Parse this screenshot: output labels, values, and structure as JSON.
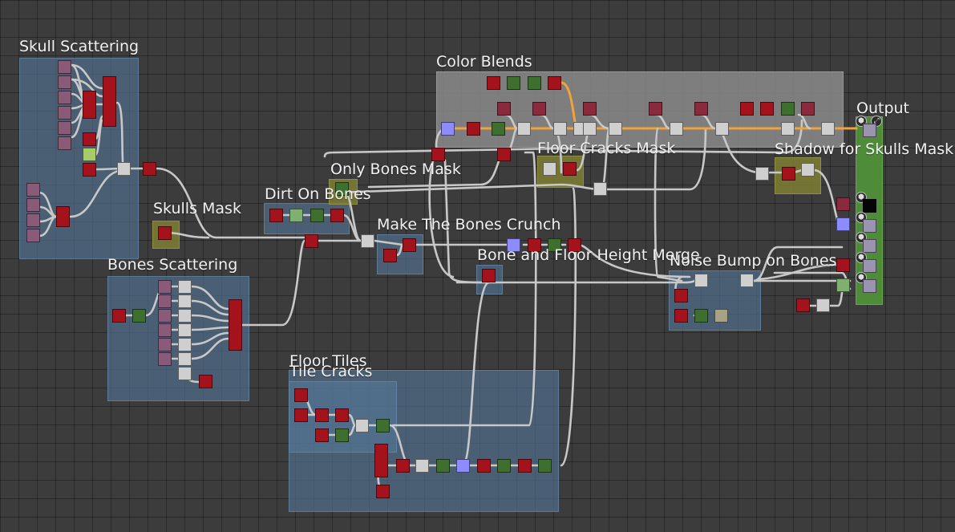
{
  "frames": {
    "skull_scattering": "Skull Scattering",
    "skulls_mask": "Skulls Mask",
    "bones_scattering": "Bones Scattering",
    "dirt_on_bones": "Dirt On Bones",
    "only_bones_mask": "Only Bones Mask",
    "make_bones_crunch": "Make The Bones Crunch",
    "color_blends": "Color Blends",
    "floor_cracks_mask": "Floor Cracks Mask",
    "shadow_for_skulls_mask": "Shadow for Skulls Mask",
    "output": "Output",
    "bone_floor_height_merge": "Bone and Floor Height Merge",
    "noise_bump_on_bones": "Noise Bump on Bones",
    "floor_tiles": "Floor Tiles",
    "tile_cracks": "Tile Cracks"
  },
  "colors": {
    "canvas": "#3c3c3c",
    "wire": "#c8c8c8",
    "wire_highlight": "#f0a33a",
    "frame_blue": "#547696",
    "frame_gray": "#8a8a8a",
    "frame_olive": "#7e7e34",
    "output_green": "#4f8c3a"
  },
  "output_icons": [
    "cube-icon",
    "expand-icon"
  ]
}
